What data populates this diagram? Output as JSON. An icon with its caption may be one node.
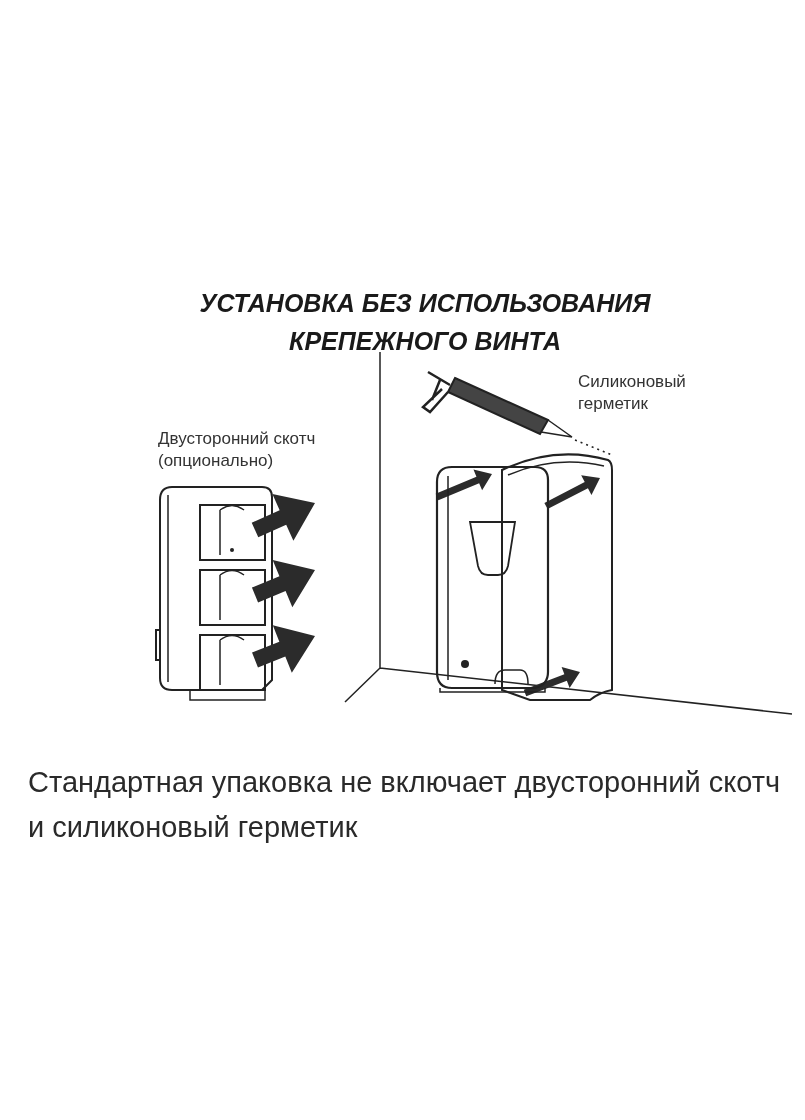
{
  "diagram": {
    "title": "УСТАНОВКА БЕЗ ИСПОЛЬЗОВАНИЯ КРЕПЕЖНОГО ВИНТА",
    "labels": [
      "Двусторонний скотч (опционально)",
      "Силиконовый герметик"
    ],
    "caption": "Стандартная упаковка не включает двусторонний скотч и силиконовый герметик"
  }
}
